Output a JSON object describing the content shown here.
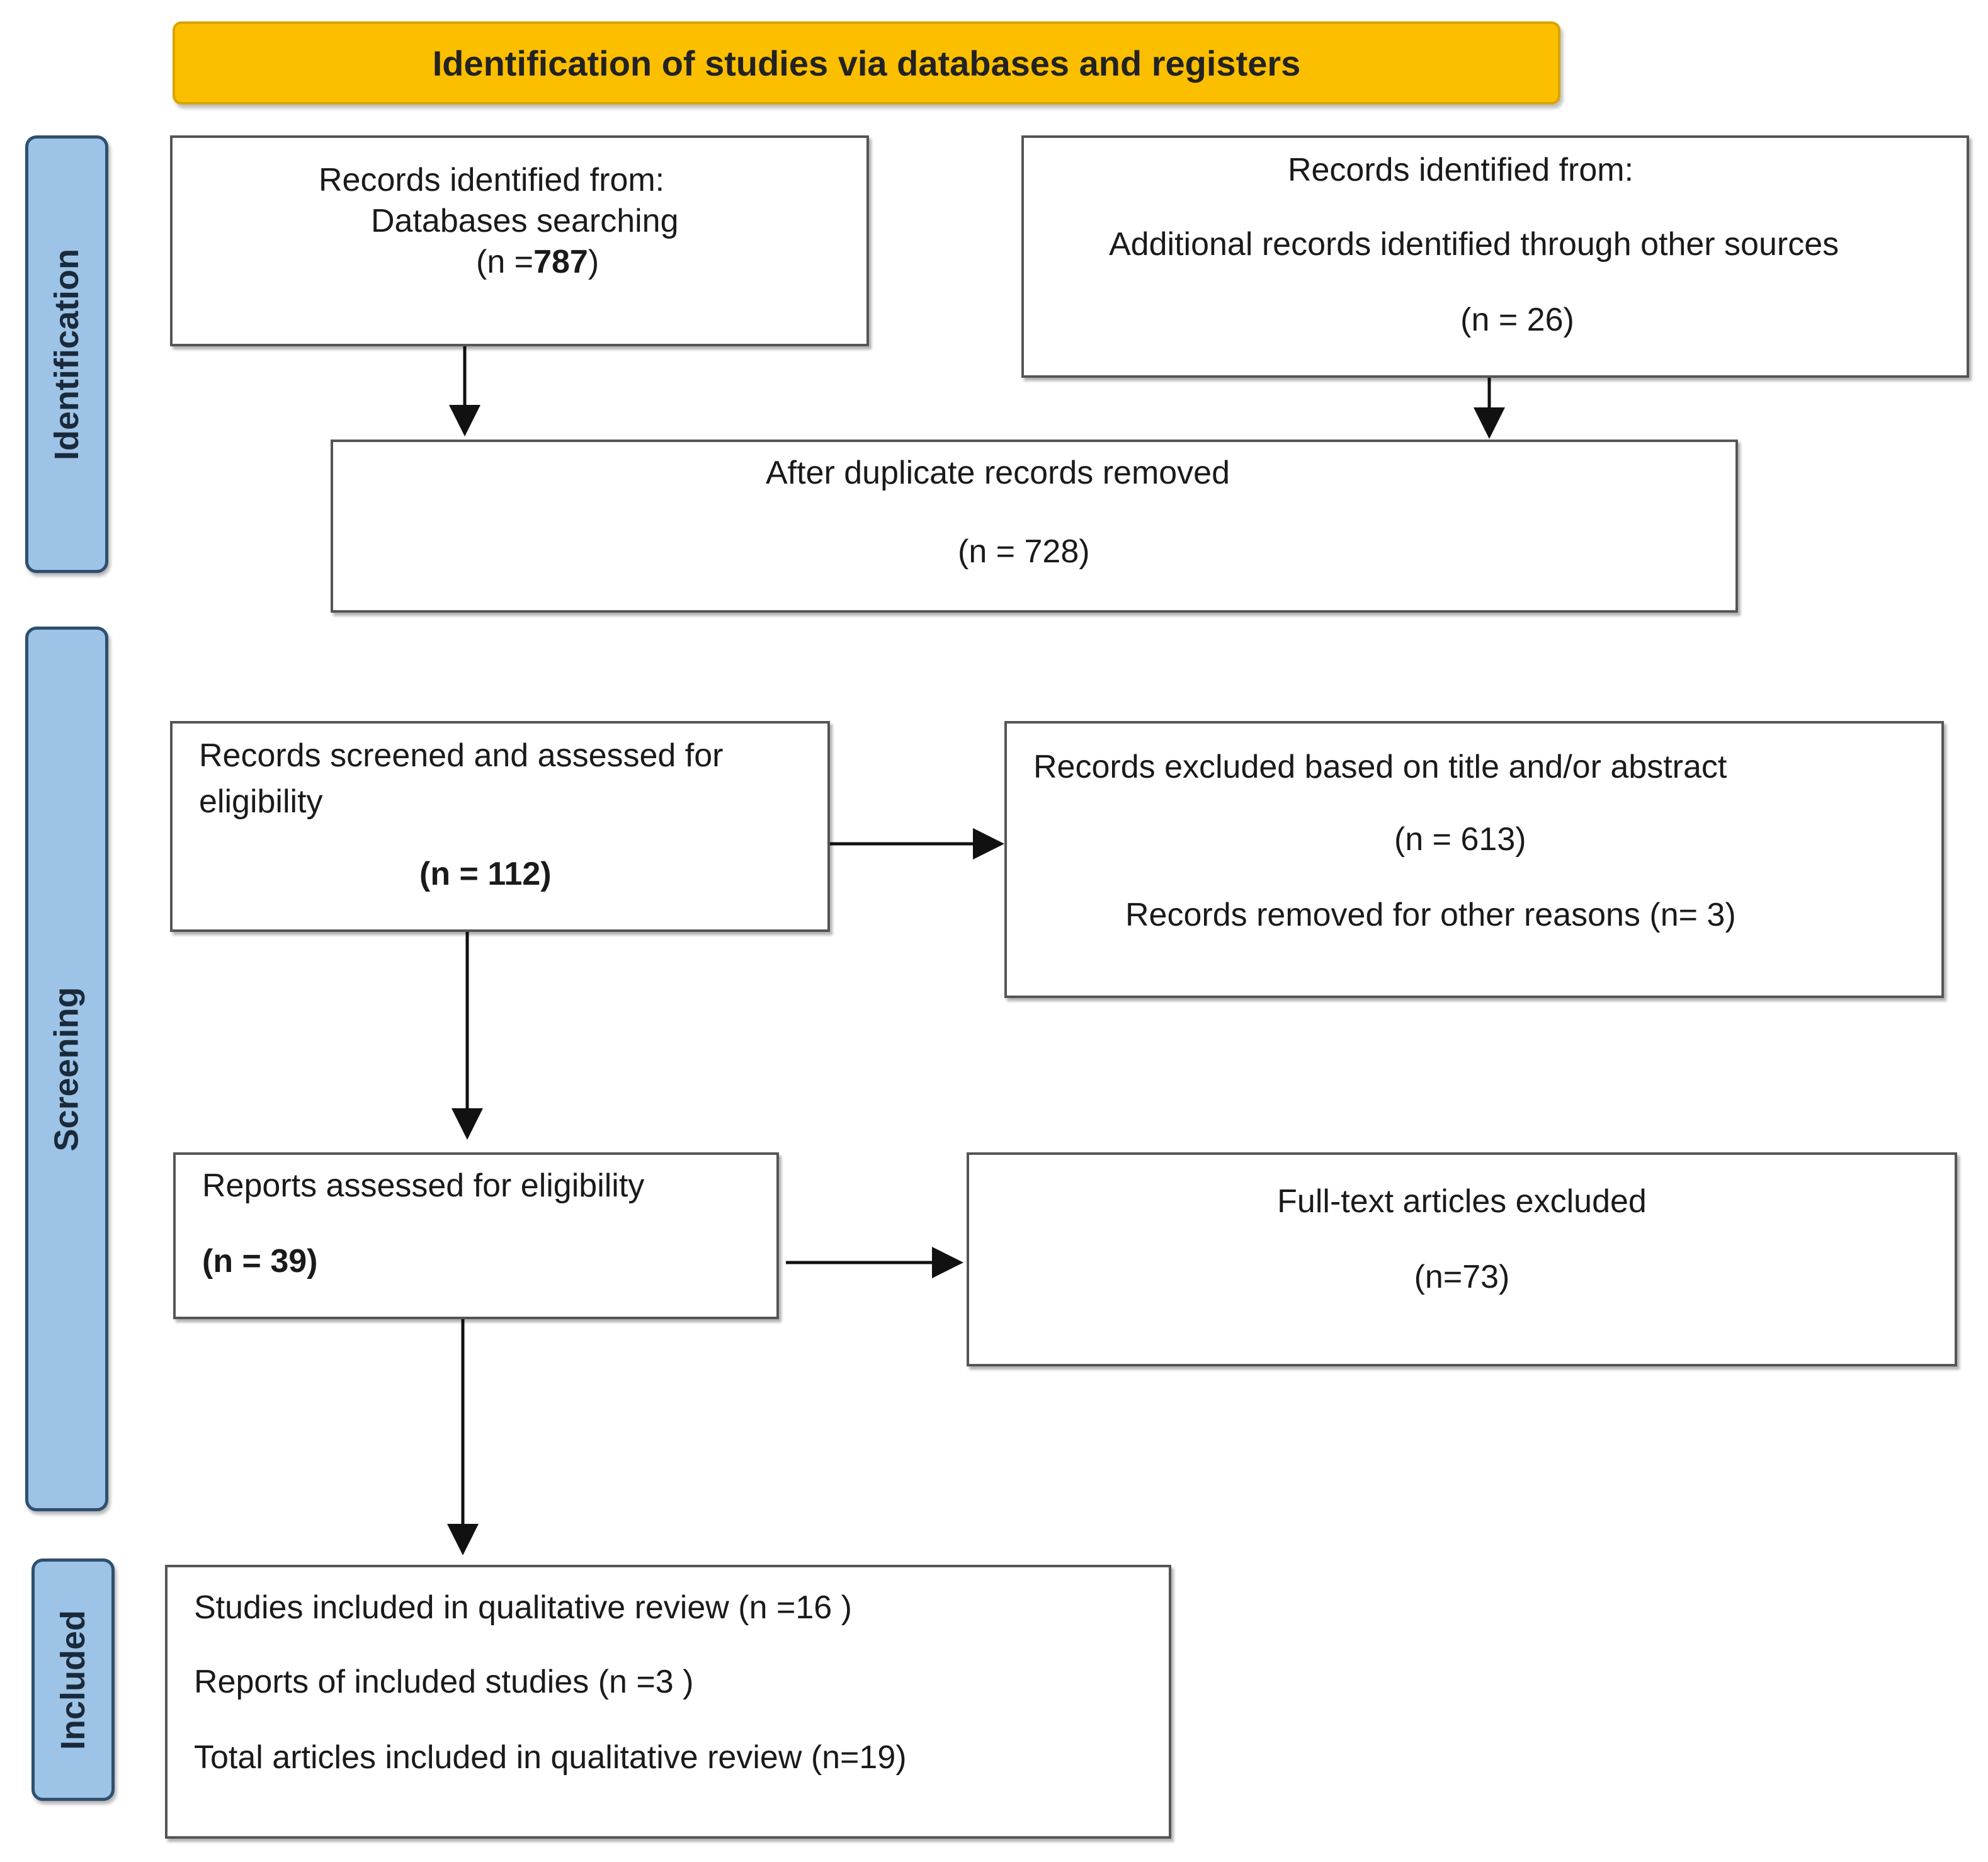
{
  "header": {
    "title": "Identification  of studies via databases and registers"
  },
  "stages": {
    "identification": "Identification",
    "screening": "Screening",
    "included": "Included"
  },
  "boxes": {
    "databases": {
      "line1": "Records identified from:",
      "line2": "Databases searching",
      "count_prefix": "(n =",
      "count": "787",
      "count_suffix": ")"
    },
    "other_sources": {
      "line1": "Records identified from:",
      "line2": "Additional records identified through other sources",
      "count": "(n = 26)"
    },
    "duplicates": {
      "line1": "After duplicate records removed",
      "count": "(n = 728)"
    },
    "screened": {
      "line1": "Records screened and assessed for",
      "line2": "eligibility",
      "count": "(n = 112)"
    },
    "excluded_title": {
      "line1": "Records excluded based on title and/or abstract",
      "count": "(n = 613)",
      "line3": "Records removed for other reasons (n= 3)"
    },
    "reports": {
      "line1": "Reports assessed for eligibility",
      "count": "(n = 39)"
    },
    "fulltext_excluded": {
      "line1": "Full-text articles excluded",
      "count": "(n=73)"
    },
    "included": {
      "line1": "Studies included in qualitative review (n =16 )",
      "line2": "Reports of included studies (n =3 )",
      "line3": "Total articles included in qualitative review (n=19)"
    }
  },
  "colors": {
    "header_fill": "#fbbf00",
    "stage_fill": "#9dc3e6",
    "stage_border": "#2f4f6f",
    "box_border": "#555555"
  }
}
